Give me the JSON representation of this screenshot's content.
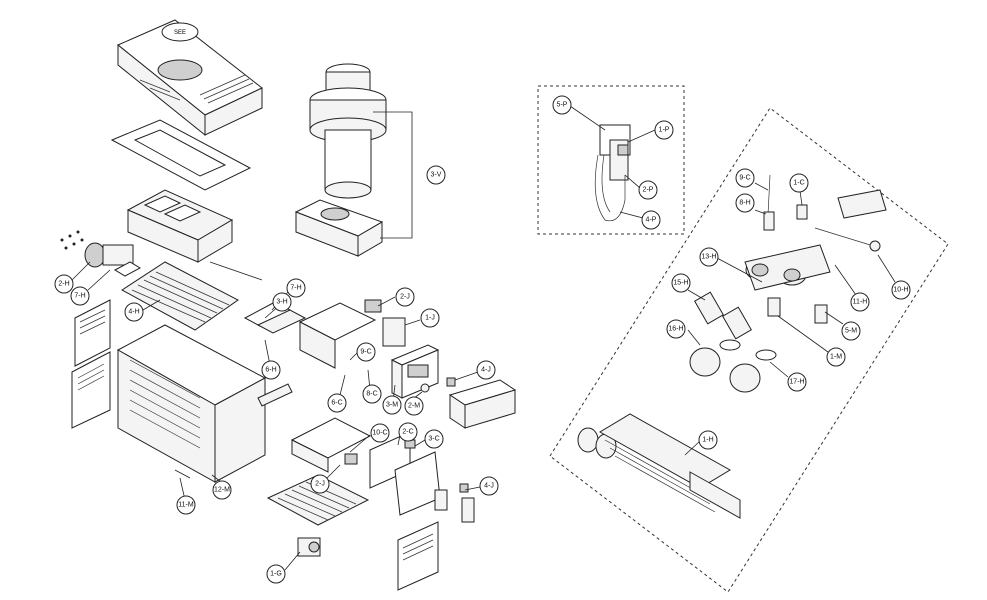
{
  "diagram": {
    "lid_label": "SEE",
    "callouts": [
      {
        "id": "2-H",
        "label": "2-H"
      },
      {
        "id": "7-H-left",
        "label": "7-H"
      },
      {
        "id": "4-H",
        "label": "4-H"
      },
      {
        "id": "7-H-right",
        "label": "7-H"
      },
      {
        "id": "3-H",
        "label": "3-H"
      },
      {
        "id": "6-H",
        "label": "6-H"
      },
      {
        "id": "2-J",
        "label": "2-J"
      },
      {
        "id": "1-J",
        "label": "1-J"
      },
      {
        "id": "9-C",
        "label": "9-C"
      },
      {
        "id": "6-C",
        "label": "6-C"
      },
      {
        "id": "8-C",
        "label": "8-C"
      },
      {
        "id": "3-M",
        "label": "3-M"
      },
      {
        "id": "2-M",
        "label": "2-M"
      },
      {
        "id": "4-J-top",
        "label": "4-J"
      },
      {
        "id": "10-C",
        "label": "10-C"
      },
      {
        "id": "2-C",
        "label": "2-C"
      },
      {
        "id": "3-C",
        "label": "3-C"
      },
      {
        "id": "2-J-lower",
        "label": "2-J"
      },
      {
        "id": "4-J-lower",
        "label": "4-J"
      },
      {
        "id": "11-M",
        "label": "11-M"
      },
      {
        "id": "12-M",
        "label": "12-M"
      },
      {
        "id": "1-G",
        "label": "1-G"
      },
      {
        "id": "3-V",
        "label": "3-V"
      },
      {
        "id": "5-P",
        "label": "5-P"
      },
      {
        "id": "1-P",
        "label": "1-P"
      },
      {
        "id": "2-P",
        "label": "2-P"
      },
      {
        "id": "4-P",
        "label": "4-P"
      },
      {
        "id": "9-C-right",
        "label": "9-C"
      },
      {
        "id": "1-C",
        "label": "1-C"
      },
      {
        "id": "8-H",
        "label": "8-H"
      },
      {
        "id": "13-H",
        "label": "13-H"
      },
      {
        "id": "15-H",
        "label": "15-H"
      },
      {
        "id": "16-H",
        "label": "16-H"
      },
      {
        "id": "10-H",
        "label": "10-H"
      },
      {
        "id": "11-H",
        "label": "11-H"
      },
      {
        "id": "5-M",
        "label": "5-M"
      },
      {
        "id": "1-M",
        "label": "1-M"
      },
      {
        "id": "17-H",
        "label": "17-H"
      },
      {
        "id": "1-H",
        "label": "1-H"
      }
    ]
  }
}
